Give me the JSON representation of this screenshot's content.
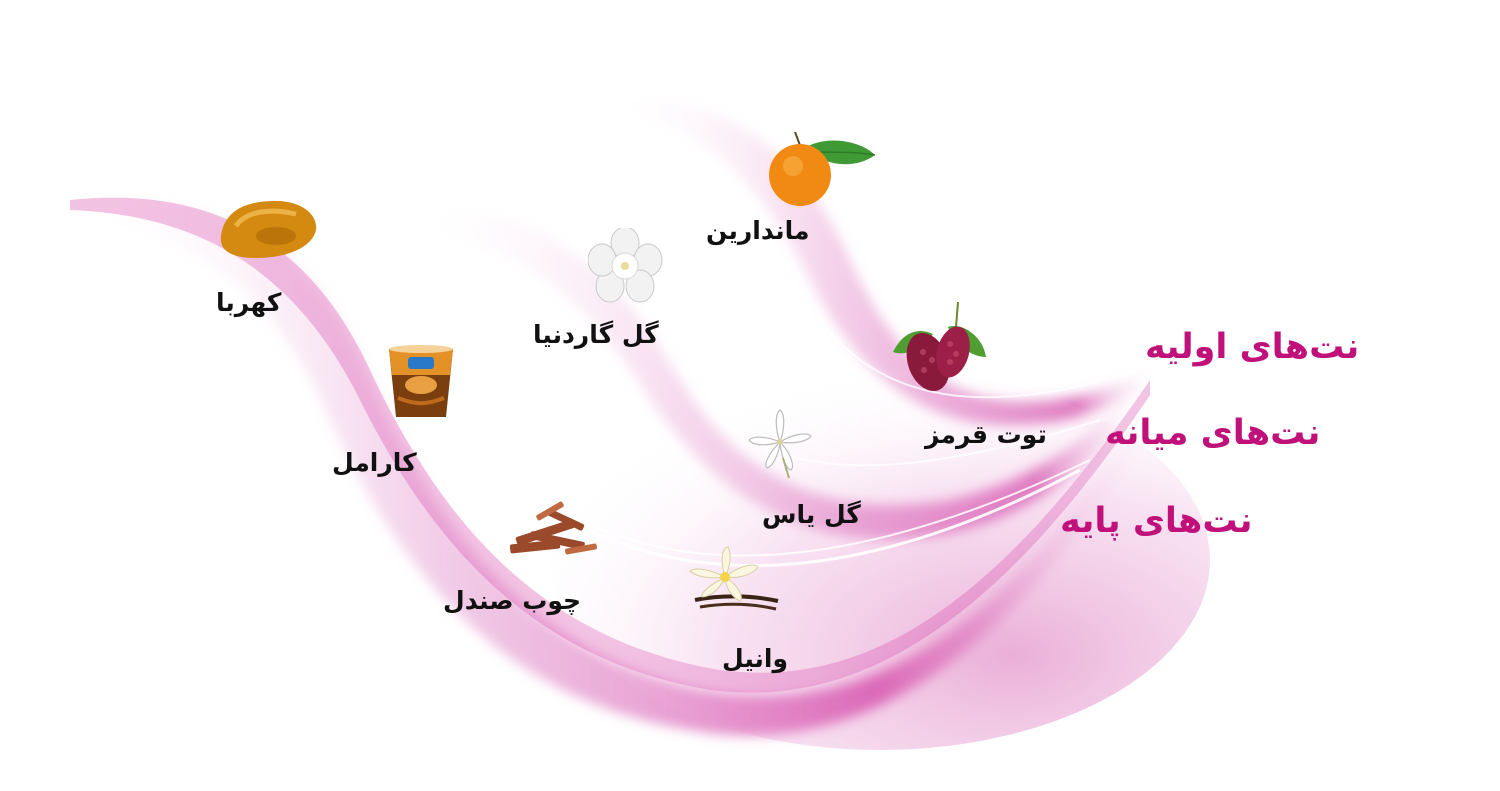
{
  "colors": {
    "accent": "#c0117a",
    "ribbon": "#d640a8",
    "label_text": "#111111"
  },
  "tiers": {
    "top": "نت‌های اولیه",
    "middle": "نت‌های میانه",
    "base": "نت‌های پایه"
  },
  "notes": {
    "top": [
      {
        "label": "ماندارین",
        "icon": "mandarin-icon"
      },
      {
        "label": "توت قرمز",
        "icon": "mulberry-icon"
      }
    ],
    "middle": [
      {
        "label": "گل گاردنیا",
        "icon": "gardenia-icon"
      },
      {
        "label": "گل یاس",
        "icon": "jasmine-icon"
      }
    ],
    "base": [
      {
        "label": "کهربا",
        "icon": "amber-icon"
      },
      {
        "label": "کارامل",
        "icon": "caramel-icon"
      },
      {
        "label": "چوب صندل",
        "icon": "sandalwood-icon"
      },
      {
        "label": "وانیل",
        "icon": "vanilla-icon"
      }
    ]
  }
}
